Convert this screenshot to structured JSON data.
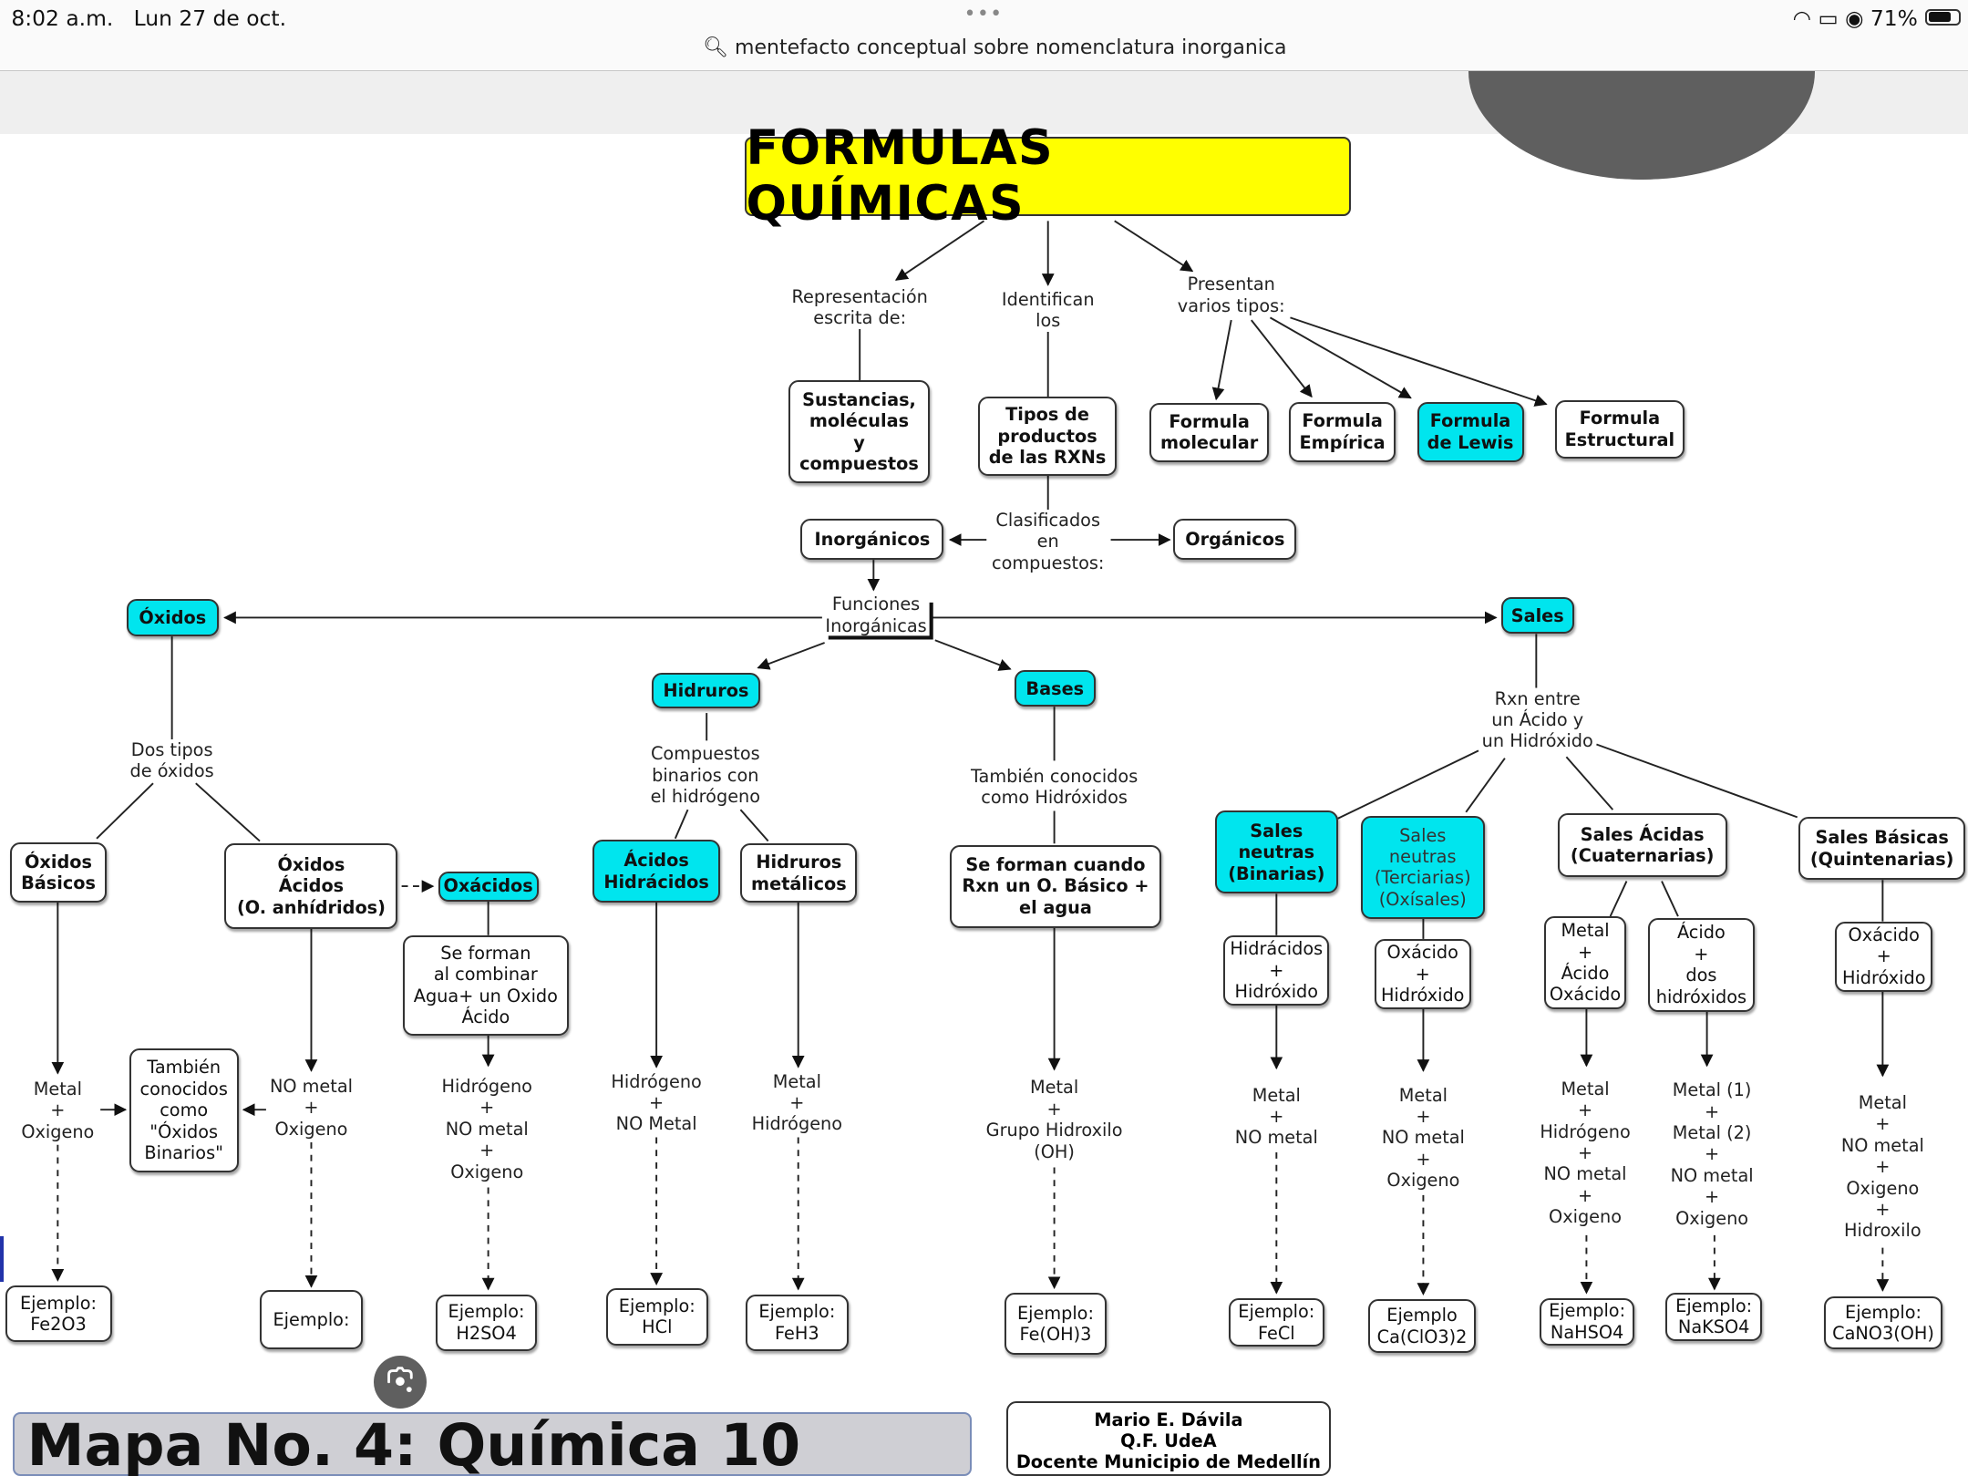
{
  "status_bar": {
    "time": "8:02 a.m.",
    "date": "Lun 27 de oct.",
    "dots": "•••",
    "battery": "71%",
    "battery_level": 0.71
  },
  "search": {
    "query": "mentefacto conceptual sobre nomenclatura inorganica",
    "icon": "search-icon"
  },
  "colors": {
    "title_bg": "#ffff00",
    "highlight": "#00e5ee",
    "banner_bg": "#cfcfd4"
  },
  "map": {
    "title": "FORMULAS QUÍMICAS",
    "labels": {
      "representacion": "Representación\nescrita de:",
      "identifican": "Identifican\nlos",
      "presentan": "Presentan\nvarios tipos:",
      "clasificados": "Clasificados\nen\ncompuestos:",
      "funciones": "Funciones\nInorgánicas",
      "dos_tipos": "Dos tipos\nde óxidos",
      "compuestos_binarios": "Compuestos\nbinarios con\nel hidrógeno",
      "tambien_hidroxidos": "También conocidos\ncomo Hidróxidos",
      "rxn_entre": "Rxn entre\nun Ácido y\nun Hidróxido",
      "metal_oxigeno": "Metal\n+\nOxigeno",
      "nometal_oxigeno": "NO metal\n+\nOxigeno",
      "hidrogeno_nometal_oxigeno": "Hidrógeno\n+\nNO metal\n+\nOxigeno",
      "hidrogeno_nometal": "Hidrógeno\n+\nNO Metal",
      "metal_hidrogeno": "Metal\n+\nHidrógeno",
      "metal_hidroxilo": "Metal\n+\nGrupo Hidroxilo\n(OH)",
      "metal_nometal": "Metal\n+\nNO metal",
      "metal_nometal_oxigeno": "Metal\n+\nNO metal\n+\nOxigeno",
      "metal_hidrogeno_nometal_oxigeno": "Metal\n+\nHidrógeno\n+\nNO metal\n+\nOxigeno",
      "metal1_metal2": "Metal (1)\n+\nMetal (2)\n+\nNO metal\n+\nOxigeno",
      "metal_nometal_oxigeno_hidroxilo": "Metal\n+\nNO metal\n+\nOxigeno\n+\nHidroxilo"
    },
    "nodes": {
      "sustancias": "Sustancias,\nmoléculas\ny\ncompuestos",
      "tipos_productos": "Tipos de\nproductos\nde las RXNs",
      "formula_molecular": "Formula\nmolecular",
      "formula_empirica": "Formula\nEmpírica",
      "formula_lewis": "Formula\nde Lewis",
      "formula_estructural": "Formula\nEstructural",
      "inorganicos": "Inorgánicos",
      "organicos": "Orgánicos",
      "oxidos": "Óxidos",
      "sales": "Sales",
      "hidruros": "Hidruros",
      "bases": "Bases",
      "oxidos_basicos": "Óxidos\nBásicos",
      "oxidos_acidos": "Óxidos\nÁcidos\n(O. anhídridos)",
      "oxacidos": "Oxácidos",
      "acidos_hidracidos": "Ácidos\nHidrácidos",
      "hidruros_metalicos": "Hidruros\nmetálicos",
      "se_forman_cuando": "Se forman cuando\nRxn un O. Básico +\nel agua",
      "sales_binarias": "Sales\nneutras\n(Binarias)",
      "sales_terciarias": "Sales\nneutras\n(Terciarias)\n(Oxísales)",
      "sales_acidas": "Sales Ácidas\n(Cuaternarias)",
      "sales_basicas": "Sales Básicas\n(Quintenarias)",
      "se_forman_combinar": "Se forman\nal combinar\nAgua+ un Oxido\nÁcido",
      "hidracidos_hidroxido": "Hidrácidos\n+\nHidróxido",
      "oxacido_hidroxido_1": "Oxácido\n+\nHidróxido",
      "metal_acido_oxacido": "Metal\n+\nÁcido\nOxácido",
      "acido_dos_hidroxidos": "Ácido\n+\ndos\nhidróxidos",
      "oxacido_hidroxido_2": "Oxácido\n+\nHidróxido",
      "oxidos_binarios": "También\nconocidos\ncomo\n\"Óxidos\nBinarios\""
    },
    "examples": [
      "Ejemplo:\nFe2O3",
      "Ejemplo:",
      "Ejemplo:\nH2SO4",
      "Ejemplo:\nHCl",
      "Ejemplo:\nFeH3",
      "Ejemplo:\nFe(OH)3",
      "Ejemplo:\nFeCl",
      "Ejemplo\nCa(ClO3)2",
      "Ejemplo:\nNaHSO4",
      "Ejemplo:\nNaKSO4",
      "Ejemplo:\nCaNO3(OH)"
    ],
    "banner": "Mapa No. 4: Química 10",
    "author": "Mario E. Dávila\nQ.F. UdeA\nDocente Municipio de Medellín"
  }
}
